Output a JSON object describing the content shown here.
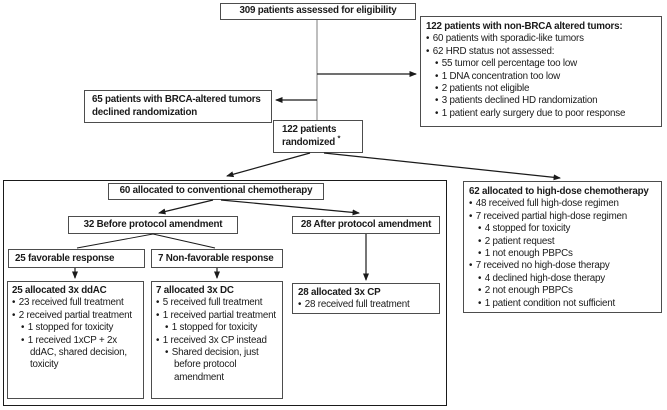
{
  "diagram": {
    "eligibility": {
      "text": "309 patients assessed for eligibility"
    },
    "non_brca": {
      "title": "122 patients with non-BRCA altered tumors:",
      "items": [
        {
          "level": 1,
          "text": "60 patients with sporadic-like tumors"
        },
        {
          "level": 1,
          "text": "62 HRD status not assessed:"
        },
        {
          "level": 2,
          "text": "55 tumor cell percentage too low"
        },
        {
          "level": 2,
          "text": "1 DNA concentration too low"
        },
        {
          "level": 2,
          "text": "2 patients not eligible"
        },
        {
          "level": 2,
          "text": "3 patients declined HD randomization"
        },
        {
          "level": 2,
          "text": "1 patient early surgery due to poor response"
        }
      ]
    },
    "brca_declined": {
      "line1": "65 patients with BRCA-altered tumors",
      "line2": "declined randomization"
    },
    "randomized": {
      "line1": "122 patients",
      "line2": "randomized",
      "footnote_marker": "*"
    },
    "conventional": {
      "text": "60 allocated to conventional chemotherapy"
    },
    "before_amendment": {
      "text": "32 Before protocol amendment"
    },
    "after_amendment": {
      "text": "28 After protocol amendment"
    },
    "favorable": {
      "text": "25 favorable response"
    },
    "non_favorable": {
      "text": "7 Non-favorable response"
    },
    "ddac": {
      "title": "25 allocated 3x ddAC",
      "items": [
        {
          "level": 1,
          "text": "23 received full treatment"
        },
        {
          "level": 1,
          "text": "2 received partial treatment"
        },
        {
          "level": 2,
          "text": "1 stopped for toxicity"
        },
        {
          "level": 2,
          "text": "1 received 1xCP + 2x ddAC, shared decision, toxicity"
        }
      ]
    },
    "dc": {
      "title": "7 allocated 3x DC",
      "items": [
        {
          "level": 1,
          "text": "5 received full treatment"
        },
        {
          "level": 1,
          "text": "1 received partial treatment"
        },
        {
          "level": 2,
          "text": "1 stopped for toxicity"
        },
        {
          "level": 1,
          "text": "1 received 3x CP instead"
        },
        {
          "level": 2,
          "text": "Shared decision, just before protocol amendment"
        }
      ]
    },
    "cp": {
      "title": "28 allocated 3x CP",
      "items": [
        {
          "level": 1,
          "text": "28 received full treatment"
        }
      ]
    },
    "high_dose": {
      "title": "62 allocated to high-dose chemotherapy",
      "items": [
        {
          "level": 1,
          "text": "48 received full high-dose regimen"
        },
        {
          "level": 1,
          "text": "7 received partial high-dose regimen"
        },
        {
          "level": 2,
          "text": "4 stopped for toxicity"
        },
        {
          "level": 2,
          "text": "2 patient request"
        },
        {
          "level": 2,
          "text": "1 not enough PBPCs"
        },
        {
          "level": 1,
          "text": "7 received no high-dose therapy"
        },
        {
          "level": 2,
          "text": "4 declined high-dose therapy"
        },
        {
          "level": 2,
          "text": "2 not enough PBPCs"
        },
        {
          "level": 2,
          "text": "1 patient condition not sufficient"
        }
      ]
    }
  },
  "colors": {
    "border": "#4d4d4d",
    "container_border": "#1a1a1a",
    "text": "#1a1a1a",
    "connector": "#1a1a1a",
    "stem": "#a8a8a8",
    "background": "#ffffff"
  }
}
